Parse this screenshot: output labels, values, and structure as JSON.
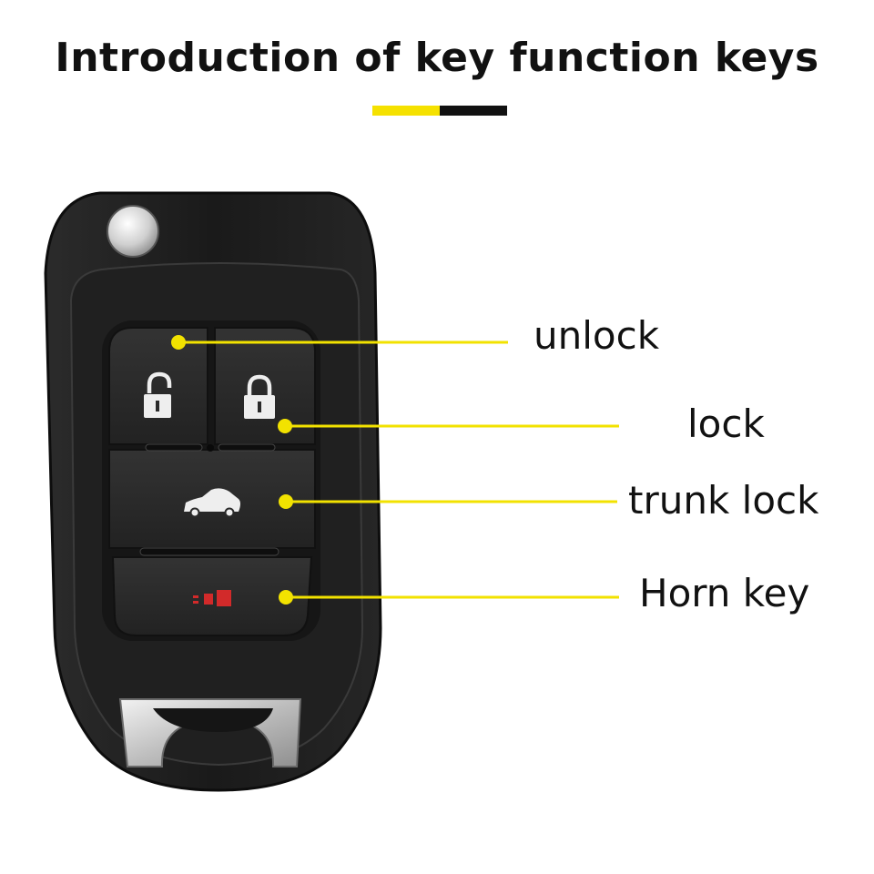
{
  "header": {
    "title": "Introduction of key function keys",
    "accent_colors": {
      "primary": "#f5e100",
      "secondary": "#111111"
    }
  },
  "callouts": [
    {
      "id": "unlock",
      "label": "unlock",
      "icon": "unlock-padlock-icon"
    },
    {
      "id": "lock",
      "label": "lock",
      "icon": "lock-padlock-icon"
    },
    {
      "id": "trunk",
      "label": "trunk lock",
      "icon": "car-trunk-icon"
    },
    {
      "id": "horn",
      "label": "Horn key",
      "icon": "horn-panic-icon"
    }
  ],
  "colors": {
    "leader_line": "#f2e200",
    "fob_body": "#1c1c1c",
    "button_face": "#2a2a2a",
    "panic_icon": "#d22a2a",
    "metal": "#d8d8d8"
  }
}
